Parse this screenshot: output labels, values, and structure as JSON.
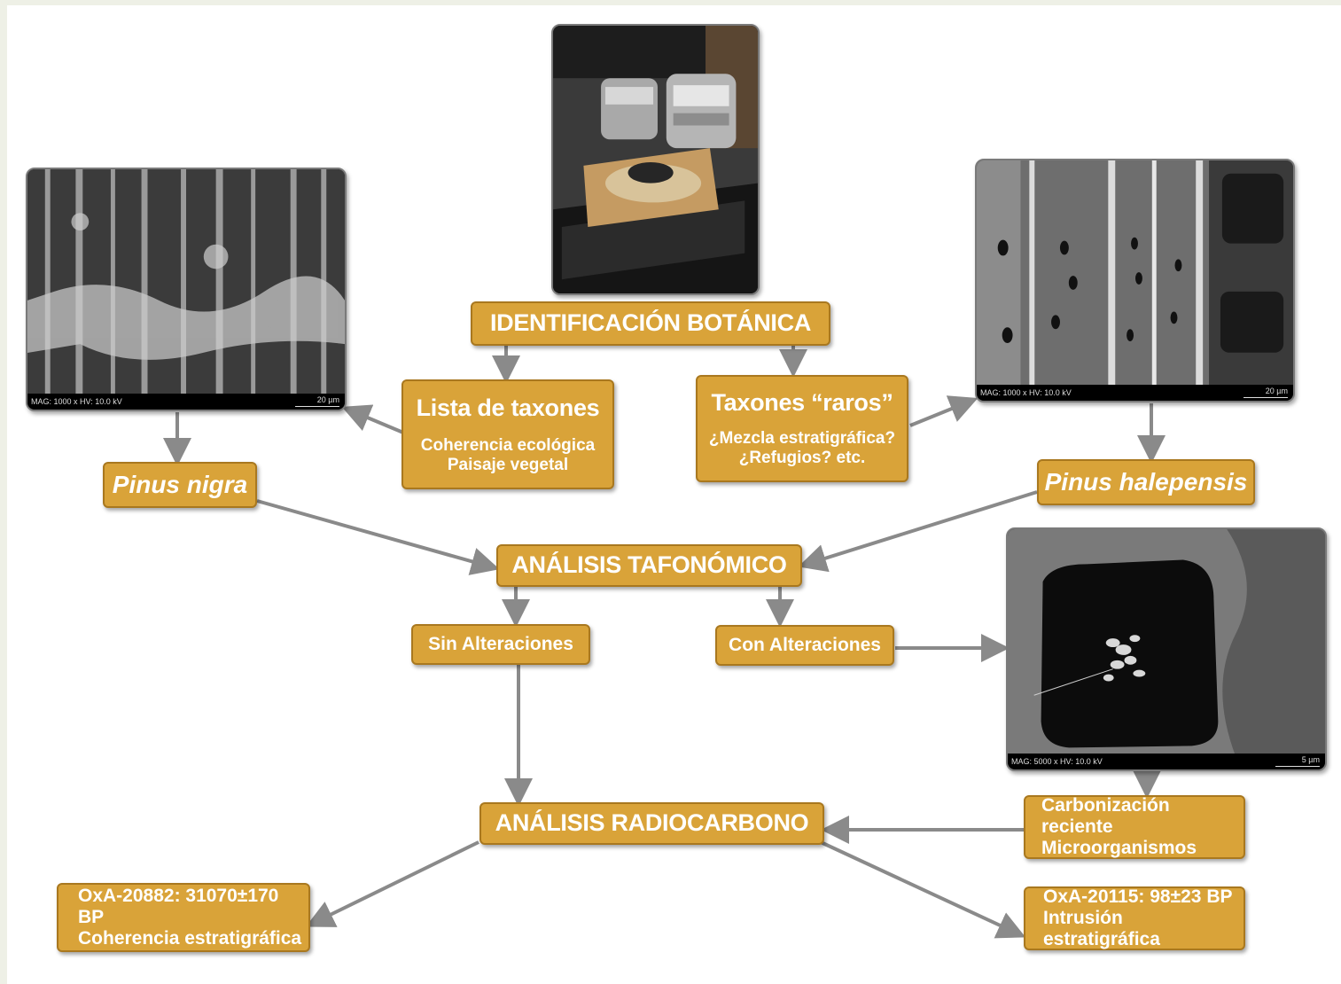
{
  "colors": {
    "node_fill": "#d9a339",
    "node_border": "#a9781f",
    "arrow": "#8a8a8a",
    "text": "#ffffff"
  },
  "nodes": {
    "identificacion": "IDENTIFICACIÓN BOTÁNICA",
    "lista_title": "Lista de taxones",
    "lista_line1": "Coherencia ecológica",
    "lista_line2": "Paisaje vegetal",
    "raros_title": "Taxones “raros”",
    "raros_line1": "¿Mezcla estratigráfica?",
    "raros_line2": "¿Refugios? etc.",
    "pinus_nigra": "Pinus nigra",
    "pinus_halepensis": "Pinus halepensis",
    "tafonomico": "ANÁLISIS TAFONÓMICO",
    "sin_alteraciones": "Sin Alteraciones",
    "con_alteraciones": "Con Alteraciones",
    "radiocarbono": "ANÁLISIS RADIOCARBONO",
    "carbon_line1": "Carbonización reciente",
    "carbon_line2": "Microorganismos",
    "oxa1_line1": "OxA-20882: 31070±170 BP",
    "oxa1_line2": "Coherencia estratigráfica",
    "oxa2_line1": "OxA-20115: 98±23 BP",
    "oxa2_line2": "Intrusión estratigráfica"
  },
  "photos": {
    "sem_left": {
      "caption": "MAG: 1000 x  HV: 10.0 kV",
      "scale": "20 µm"
    },
    "sem_right": {
      "caption": "MAG: 1000 x  HV: 10.0 kV",
      "scale": "20 µm"
    },
    "sem_bottom": {
      "caption": "MAG: 5000 x  HV: 10.0 kV",
      "scale": "5 µm"
    }
  }
}
